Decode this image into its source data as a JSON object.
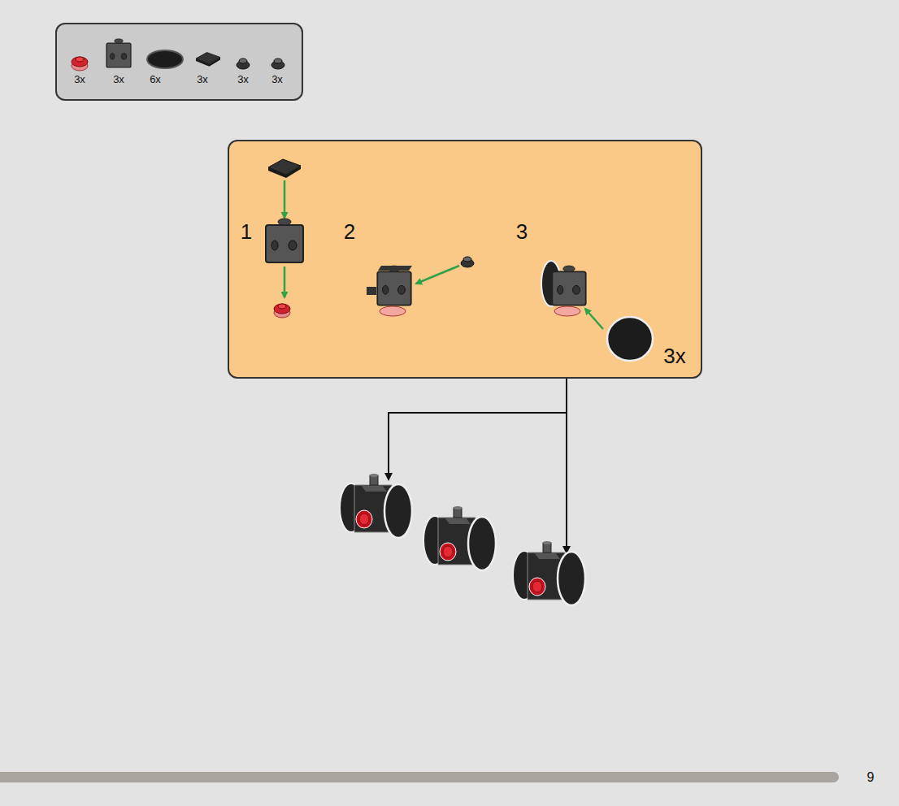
{
  "diagram": {
    "nodes": [
      {
        "text": [
          "3x",
          "3x",
          "6x",
          "3x",
          "3x",
          "3x"
        ]
      },
      {
        "text": [
          "1",
          "2",
          "3",
          "3x"
        ]
      }
    ],
    "labels": [
      "9"
    ]
  }
}
